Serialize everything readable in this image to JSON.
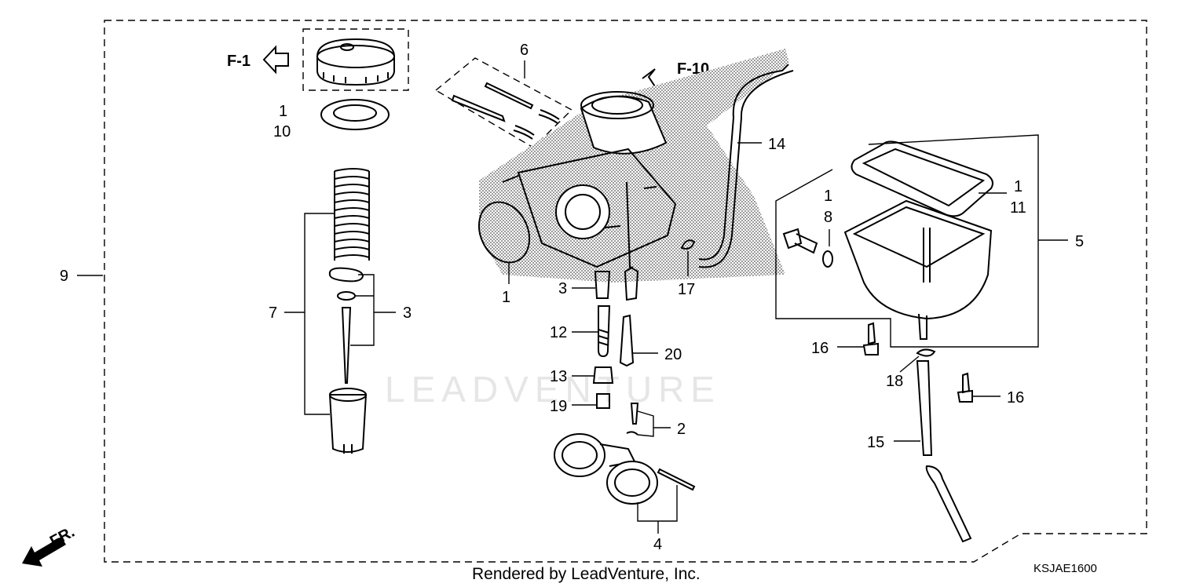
{
  "diagram": {
    "refs": {
      "f1": "F-1",
      "f10": "F-10",
      "front": "FR."
    },
    "callouts": {
      "c1_cap": "1",
      "c10_cap": "10",
      "c6": "6",
      "c14": "14",
      "c1_gasket": "1",
      "c11": "11",
      "c1_oring": "1",
      "c8": "8",
      "c5": "5",
      "c9": "9",
      "c7": "7",
      "c3_left": "3",
      "c1_carb": "1",
      "c3_mid": "3",
      "c17": "17",
      "c12": "12",
      "c20": "20",
      "c13": "13",
      "c19": "19",
      "c2": "2",
      "c4": "4",
      "c16_upper": "16",
      "c16_lower": "16",
      "c18": "18",
      "c15": "15"
    },
    "watermark": "LEADVENTURE",
    "credit": "Rendered by LeadVenture, Inc.",
    "diagram_code": "KSJAE1600"
  }
}
